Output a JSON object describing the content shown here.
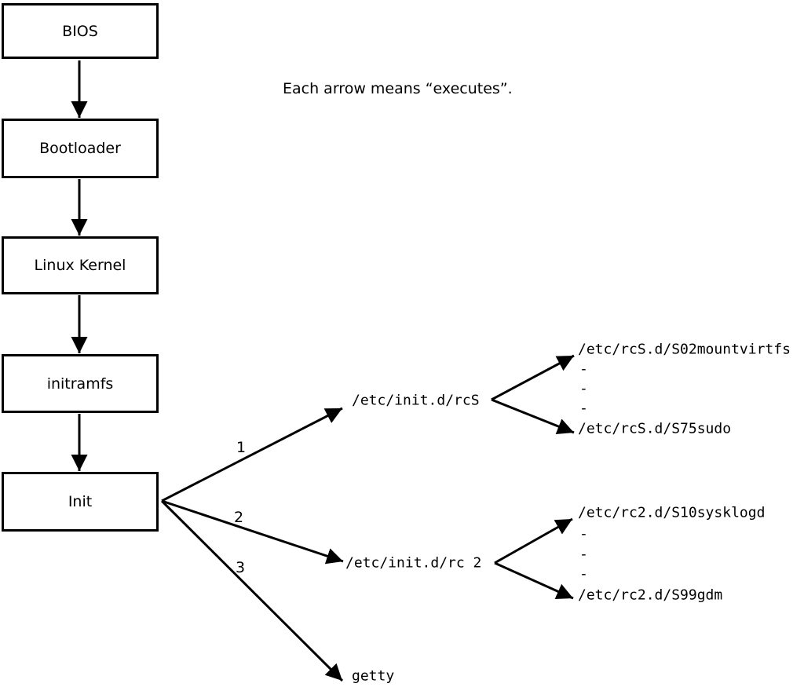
{
  "diagram": {
    "caption": "Each arrow means “executes”.",
    "chain": [
      {
        "label": "BIOS"
      },
      {
        "label": "Bootloader"
      },
      {
        "label": "Linux Kernel"
      },
      {
        "label": "initramfs"
      },
      {
        "label": "Init"
      }
    ],
    "branches": [
      {
        "number": "1",
        "target": "/etc/init.d/rcS",
        "children": [
          "/etc/rcS.d/S02mountvirtfs",
          "-",
          "-",
          "-",
          "/etc/rcS.d/S75sudo"
        ]
      },
      {
        "number": "2",
        "target": "/etc/init.d/rc 2",
        "children": [
          "/etc/rc2.d/S10sysklogd",
          "-",
          "-",
          "-",
          "/etc/rc2.d/S99gdm"
        ]
      },
      {
        "number": "3",
        "target": "getty",
        "children": []
      }
    ],
    "colors": {
      "line": "#000000",
      "background": "#ffffff",
      "box_fill": "#ffffff"
    }
  }
}
